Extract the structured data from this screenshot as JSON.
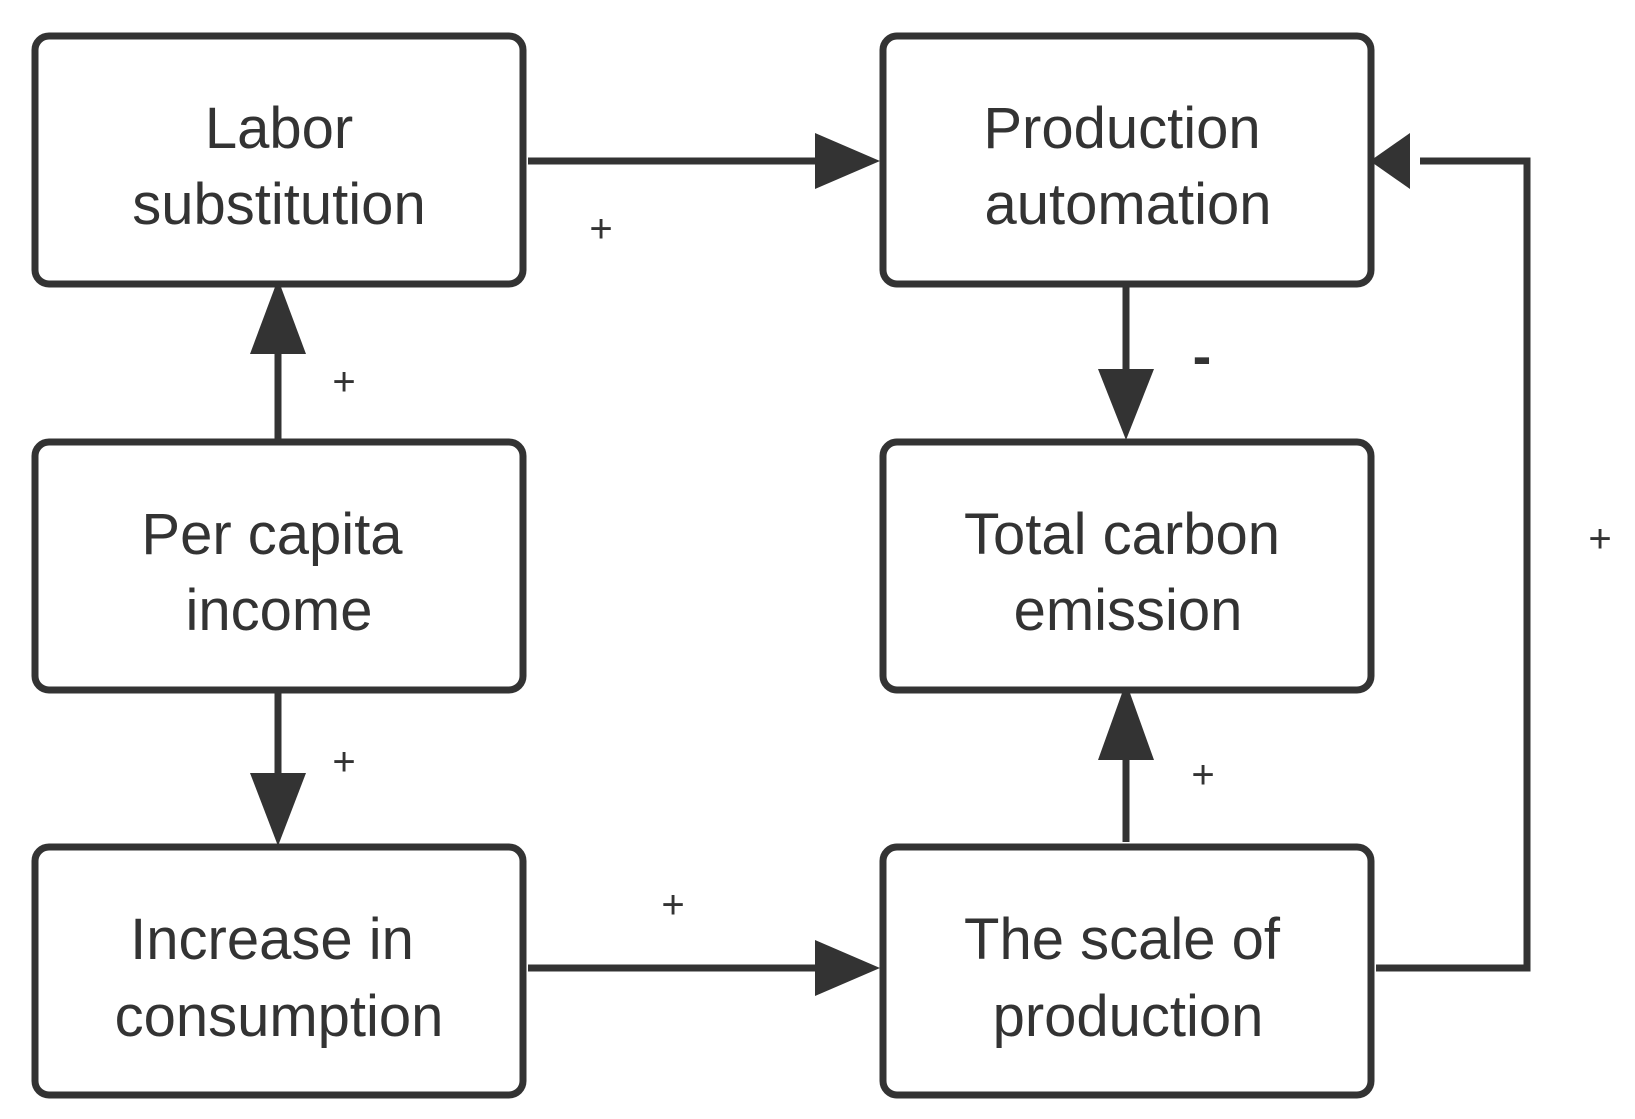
{
  "nodes": {
    "labor_substitution": {
      "lines": [
        "Labor",
        "substitution"
      ]
    },
    "production_automation": {
      "lines": [
        "Production",
        "automation"
      ]
    },
    "per_capita_income": {
      "lines": [
        "Per capita",
        "income"
      ]
    },
    "total_carbon_emission": {
      "lines": [
        "Total carbon",
        "emission"
      ]
    },
    "increase_in_consumption": {
      "lines": [
        "Increase in",
        "consumption"
      ]
    },
    "scale_of_production": {
      "lines": [
        "The scale of",
        "production"
      ]
    }
  },
  "edges": {
    "labor_to_automation": {
      "from": "Labor substitution",
      "to": "Production automation",
      "sign": "+"
    },
    "income_to_labor": {
      "from": "Per capita income",
      "to": "Labor substitution",
      "sign": "+"
    },
    "income_to_consumption": {
      "from": "Per capita income",
      "to": "Increase in consumption",
      "sign": "+"
    },
    "consumption_to_scale": {
      "from": "Increase in consumption",
      "to": "The scale of production",
      "sign": "+"
    },
    "automation_to_emission": {
      "from": "Production automation",
      "to": "Total carbon emission",
      "sign": "-"
    },
    "scale_to_emission": {
      "from": "The scale of production",
      "to": "Total carbon emission",
      "sign": "+"
    },
    "scale_to_automation": {
      "from": "The scale of production",
      "to": "Production automation",
      "sign": "+"
    }
  },
  "colors": {
    "stroke": "#333333",
    "background": "#ffffff"
  }
}
